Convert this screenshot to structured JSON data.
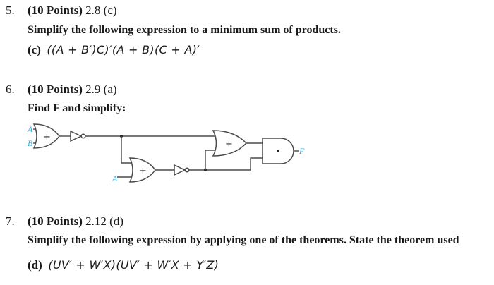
{
  "questions": [
    {
      "number": "5.",
      "points": "(10 Points)",
      "reference": "2.8 (c)",
      "instruction": "Simplify the following expression to a minimum sum of products.",
      "part_label": "(c)",
      "expression": "((A + B′)C)′(A + B)(C + A)′"
    },
    {
      "number": "6.",
      "points": "(10 Points)",
      "reference": "2.9 (a)",
      "instruction": "Find F and simplify:",
      "circuit": {
        "inputs": [
          "A",
          "B",
          "A"
        ],
        "output": "F",
        "or_symbol": "+",
        "and_symbol": "•",
        "gates": [
          "OR(A,B)",
          "NOT",
          "OR(prev,A)",
          "NOT",
          "OR",
          "AND"
        ]
      }
    },
    {
      "number": "7.",
      "points": "(10 Points)",
      "reference": "2.12 (d)",
      "instruction": "Simplify the following expression by applying one of the theorems. State the theorem used",
      "part_label": "(d)",
      "expression": "(UV′ + W′X)(UV′ + W′X + Y′Z)"
    }
  ],
  "colors": {
    "text": "#1a1a1a",
    "wire": "#4a4a4a",
    "signal_label": "#3aa8d8"
  }
}
